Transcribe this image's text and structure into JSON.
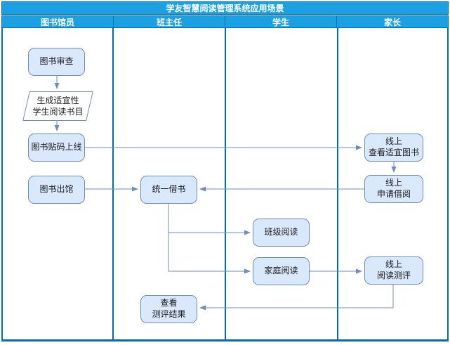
{
  "title": "学友智慧阅读管理系统应用场景",
  "lanes": [
    {
      "label": "图书馆员"
    },
    {
      "label": "班主任"
    },
    {
      "label": "学生"
    },
    {
      "label": "家长"
    }
  ],
  "nodes": {
    "book_review": {
      "label": "图书审查",
      "lane": "图书馆员",
      "shape": "rounded"
    },
    "gen_list": {
      "label": "生成适宜性\n学生阅读书目",
      "lane": "图书馆员",
      "shape": "parallelogram"
    },
    "book_tag": {
      "label": "图书贴码上线",
      "lane": "图书馆员",
      "shape": "rounded"
    },
    "book_out": {
      "label": "图书出馆",
      "lane": "图书馆员",
      "shape": "rounded"
    },
    "unified_borrow": {
      "label": "统一借书",
      "lane": "班主任",
      "shape": "rounded"
    },
    "view_results": {
      "label": "查看\n测评结果",
      "lane": "班主任",
      "shape": "rounded"
    },
    "class_reading": {
      "label": "班级阅读",
      "lane": "学生",
      "shape": "rounded"
    },
    "family_reading": {
      "label": "家庭阅读",
      "lane": "学生",
      "shape": "rounded"
    },
    "view_books": {
      "label": "线上\n查看适宜图书",
      "lane": "家长",
      "shape": "rounded"
    },
    "apply_borrow": {
      "label": "线上\n申请借阅",
      "lane": "家长",
      "shape": "rounded"
    },
    "reading_eval": {
      "label": "线上\n阅读测评",
      "lane": "家长",
      "shape": "rounded"
    }
  },
  "edges": [
    {
      "from": "图书审查",
      "to": "生成适宜性学生阅读书目"
    },
    {
      "from": "生成适宜性学生阅读书目",
      "to": "图书贴码上线"
    },
    {
      "from": "图书贴码上线",
      "to": "线上查看适宜图书"
    },
    {
      "from": "线上查看适宜图书",
      "to": "线上申请借阅"
    },
    {
      "from": "线上申请借阅",
      "to": "统一借书"
    },
    {
      "from": "图书出馆",
      "to": "统一借书"
    },
    {
      "from": "统一借书",
      "to": "班级阅读"
    },
    {
      "from": "统一借书",
      "to": "家庭阅读"
    },
    {
      "from": "家庭阅读",
      "to": "线上阅读测评"
    },
    {
      "from": "线上阅读测评",
      "to": "查看测评结果"
    }
  ],
  "colors": {
    "pool_fill": "#1BA1E2",
    "pool_border": "#006EAF",
    "node_fill": "#DAE8FC",
    "node_stroke": "#6C8EBF",
    "edge": "#6C8EBF"
  }
}
